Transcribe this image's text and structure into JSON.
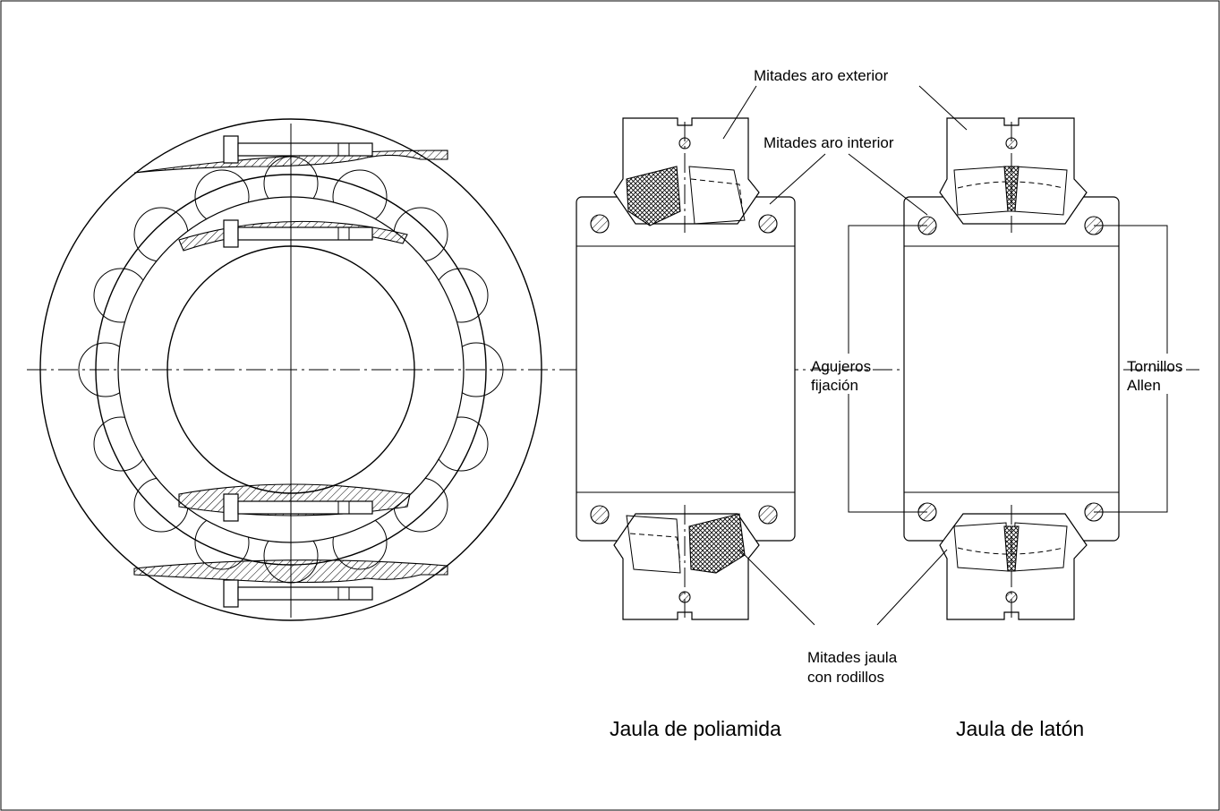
{
  "labels": {
    "outer_ring_halves": "Mitades aro exterior",
    "inner_ring_halves": "Mitades aro interior",
    "fixing_holes_line1": "Agujeros",
    "fixing_holes_line2": "fijación",
    "allen_screws_line1": "Tornillos",
    "allen_screws_line2": "Allen",
    "cage_halves_line1": "Mitades jaula",
    "cage_halves_line2": "con rodillos"
  },
  "captions": {
    "polyamide_cage": "Jaula de poliamida",
    "brass_cage": "Jaula de latón"
  }
}
